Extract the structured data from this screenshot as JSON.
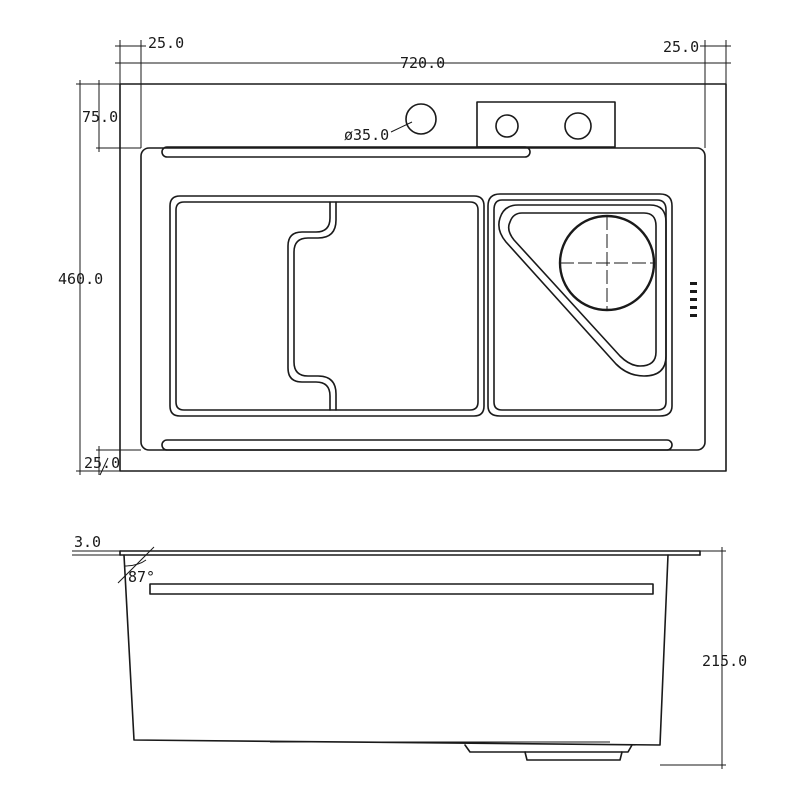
{
  "dimensions": {
    "top_left_margin": "25.0",
    "top_right_margin": "25.0",
    "overall_width": "720.0",
    "back_ledge": "75.0",
    "overall_depth": "460.0",
    "bottom_margin": "25.0",
    "hole_diameter": "ø35.0",
    "flange_thickness": "3.0",
    "wall_angle": "87°",
    "bowl_depth": "215.0"
  }
}
